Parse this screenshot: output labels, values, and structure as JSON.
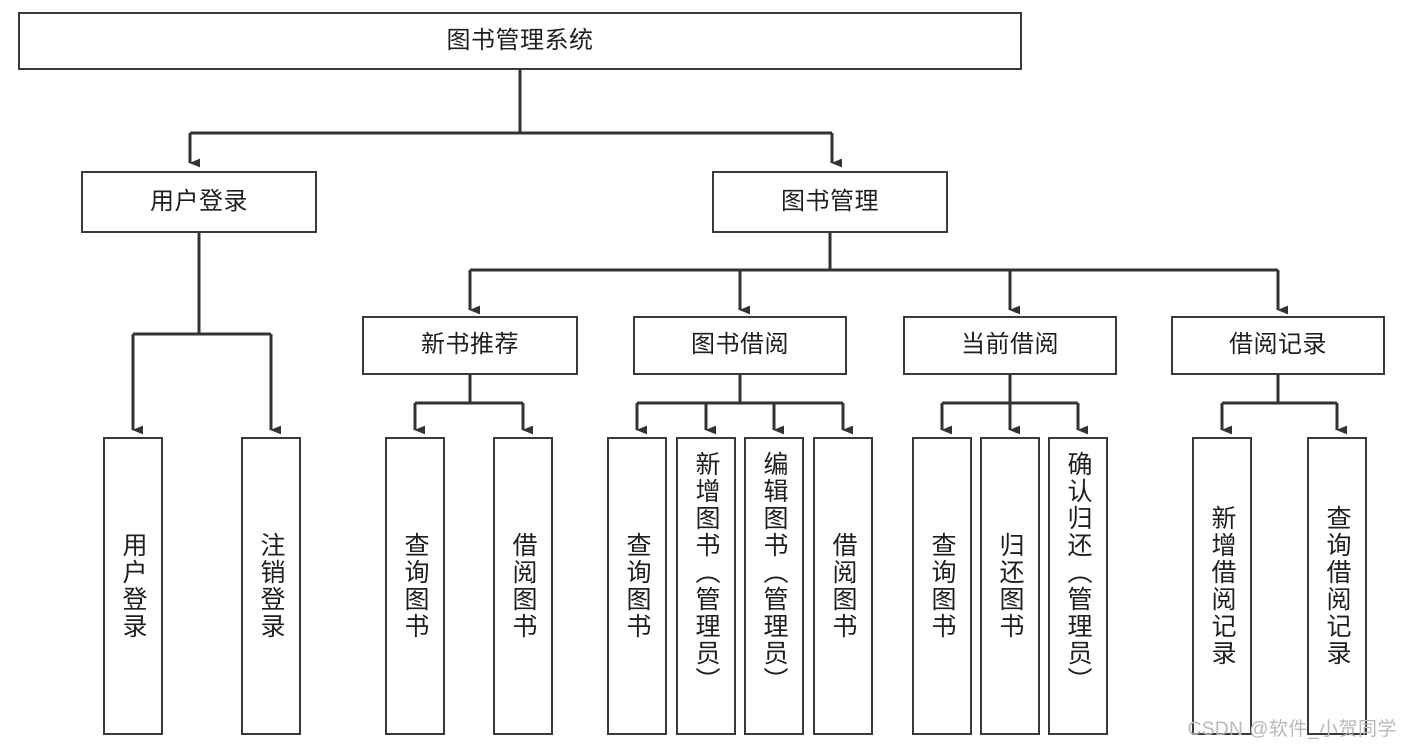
{
  "diagram": {
    "title": "图书管理系统",
    "type": "hierarchy-tree",
    "watermark": "CSDN @软件_小贺同学",
    "colors": {
      "box_border": "#3a3a3a",
      "box_fill": "#ffffff",
      "edge": "#333333",
      "text": "#1f1f1f",
      "watermark": "#b8b8b8"
    },
    "root": {
      "id": "root",
      "label": "图书管理系统"
    },
    "level1": [
      {
        "id": "user-login",
        "label": "用户登录"
      },
      {
        "id": "book-manage",
        "label": "图书管理"
      }
    ],
    "level2": [
      {
        "id": "new-book-recommend",
        "label": "新书推荐",
        "parent": "book-manage"
      },
      {
        "id": "book-borrow",
        "label": "图书借阅",
        "parent": "book-manage"
      },
      {
        "id": "current-borrow",
        "label": "当前借阅",
        "parent": "book-manage"
      },
      {
        "id": "borrow-record",
        "label": "借阅记录",
        "parent": "book-manage"
      }
    ],
    "leaves": [
      {
        "id": "leaf-user-login",
        "label": "用户登录",
        "parent": "user-login"
      },
      {
        "id": "leaf-logout",
        "label": "注销登录",
        "parent": "user-login"
      },
      {
        "id": "leaf-query-book-1",
        "label": "查询图书",
        "parent": "new-book-recommend"
      },
      {
        "id": "leaf-borrow-book-1",
        "label": "借阅图书",
        "parent": "new-book-recommend"
      },
      {
        "id": "leaf-query-book-2",
        "label": "查询图书",
        "parent": "book-borrow"
      },
      {
        "id": "leaf-add-book",
        "label": "新增图书（管理员）",
        "parent": "book-borrow"
      },
      {
        "id": "leaf-edit-book",
        "label": "编辑图书（管理员）",
        "parent": "book-borrow"
      },
      {
        "id": "leaf-borrow-book-2",
        "label": "借阅图书",
        "parent": "book-borrow"
      },
      {
        "id": "leaf-query-book-3",
        "label": "查询图书",
        "parent": "current-borrow"
      },
      {
        "id": "leaf-return-book",
        "label": "归还图书",
        "parent": "current-borrow"
      },
      {
        "id": "leaf-confirm-return",
        "label": "确认归还（管理员）",
        "parent": "current-borrow"
      },
      {
        "id": "leaf-add-record",
        "label": "新增借阅记录",
        "parent": "borrow-record"
      },
      {
        "id": "leaf-query-record",
        "label": "查询借阅记录",
        "parent": "borrow-record"
      }
    ]
  }
}
